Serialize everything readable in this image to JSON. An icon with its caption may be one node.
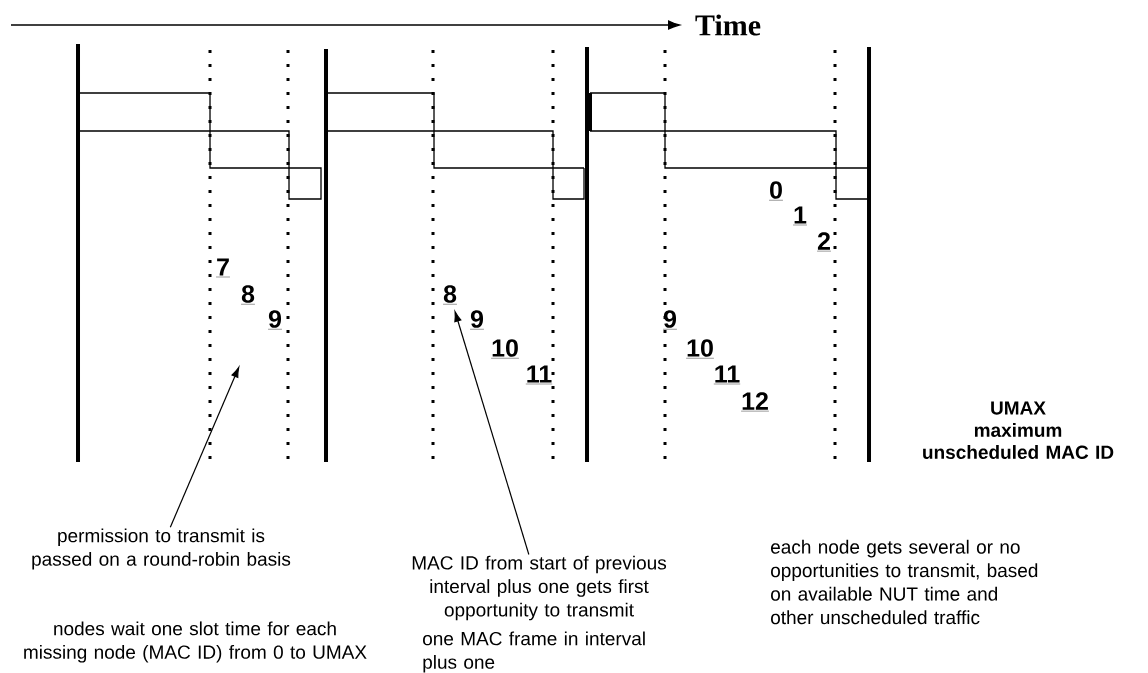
{
  "diagram": {
    "nodes": [
      {
        "text": [
          "permission to transmit is passed on a round-robin basis"
        ]
      },
      {
        "text": [
          "MAC ID from start of previous interval plus one gets first opportunity to transmit"
        ]
      },
      {
        "text": [
          "8"
        ]
      }
    ],
    "edges": [
      {
        "from": 0,
        "to": null,
        "arrow": "to"
      },
      {
        "from": 1,
        "to": 2,
        "arrow": "to"
      }
    ],
    "labels": [
      "Time",
      "7",
      "8",
      "9",
      "9",
      "10",
      "11",
      "9",
      "10",
      "11",
      "12",
      "0",
      "1",
      "2",
      "UMAX",
      "maximum unscheduled MAC ID",
      "nodes wait one slot time for each missing node (MAC ID) from 0 to UMAX",
      "one MAC frame in interval plus one",
      "each node gets several or no opportunities to transmit, based on available NUT time and other unscheduled traffic"
    ]
  }
}
